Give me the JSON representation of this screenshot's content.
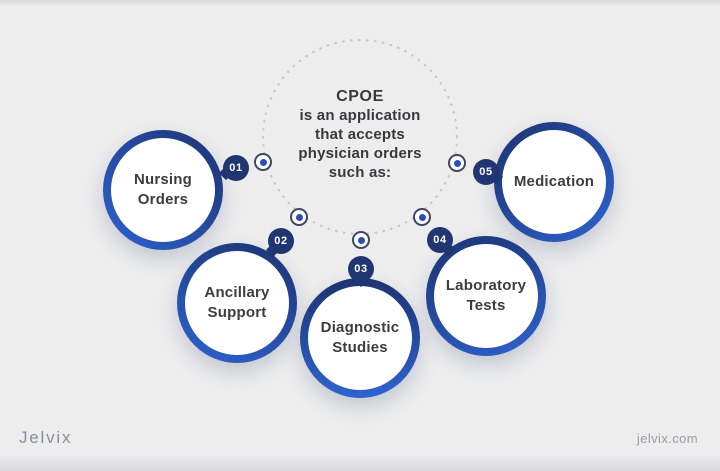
{
  "center": {
    "title": "CPOE",
    "lines": [
      "is an application",
      "that accepts",
      "physician orders",
      "such as:"
    ]
  },
  "items": [
    {
      "number": "01",
      "label": "Nursing Orders"
    },
    {
      "number": "02",
      "label": "Ancillary Support"
    },
    {
      "number": "03",
      "label": "Diagnostic Studies"
    },
    {
      "number": "04",
      "label": "Laboratory Tests"
    },
    {
      "number": "05",
      "label": "Medication"
    }
  ],
  "footer": {
    "brand": "Jelvix",
    "website": "jelvix.com"
  },
  "colors": {
    "background": "#ededee",
    "ring_dark": "#1d3370",
    "ring_light": "#2e63cf",
    "badge_bg": "#203672",
    "marker_dot": "#2b50b5",
    "text": "#3a3a3c",
    "footer_text": "#878d97"
  }
}
